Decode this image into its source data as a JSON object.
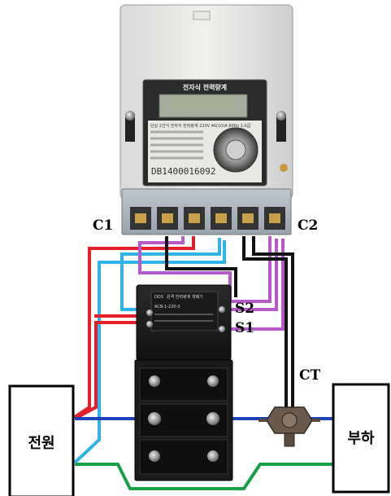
{
  "labels": {
    "c1": "C1",
    "c2": "C2",
    "s1": "S1",
    "s2": "S2",
    "ct": "CT",
    "power_box": "전원",
    "load_box": "부하"
  },
  "meter": {
    "title": "전자식 전력량계",
    "serial": "DB1400016092",
    "spec_line": "단상 2선식 전자식 전력량계 220V 40(10)A 60Hz 1.0급"
  },
  "relay": {
    "brand": "DDS",
    "title_line": "원격 전력량계 개폐기",
    "model_line": "ACB-1-220-3"
  },
  "colors": {
    "red_wire": "#e3202a",
    "cyan_wire": "#2fb3e8",
    "purple_wire": "#b55ac8",
    "black_wire": "#111111",
    "blue_wire": "#1d43b8",
    "green_wire": "#18a048"
  }
}
